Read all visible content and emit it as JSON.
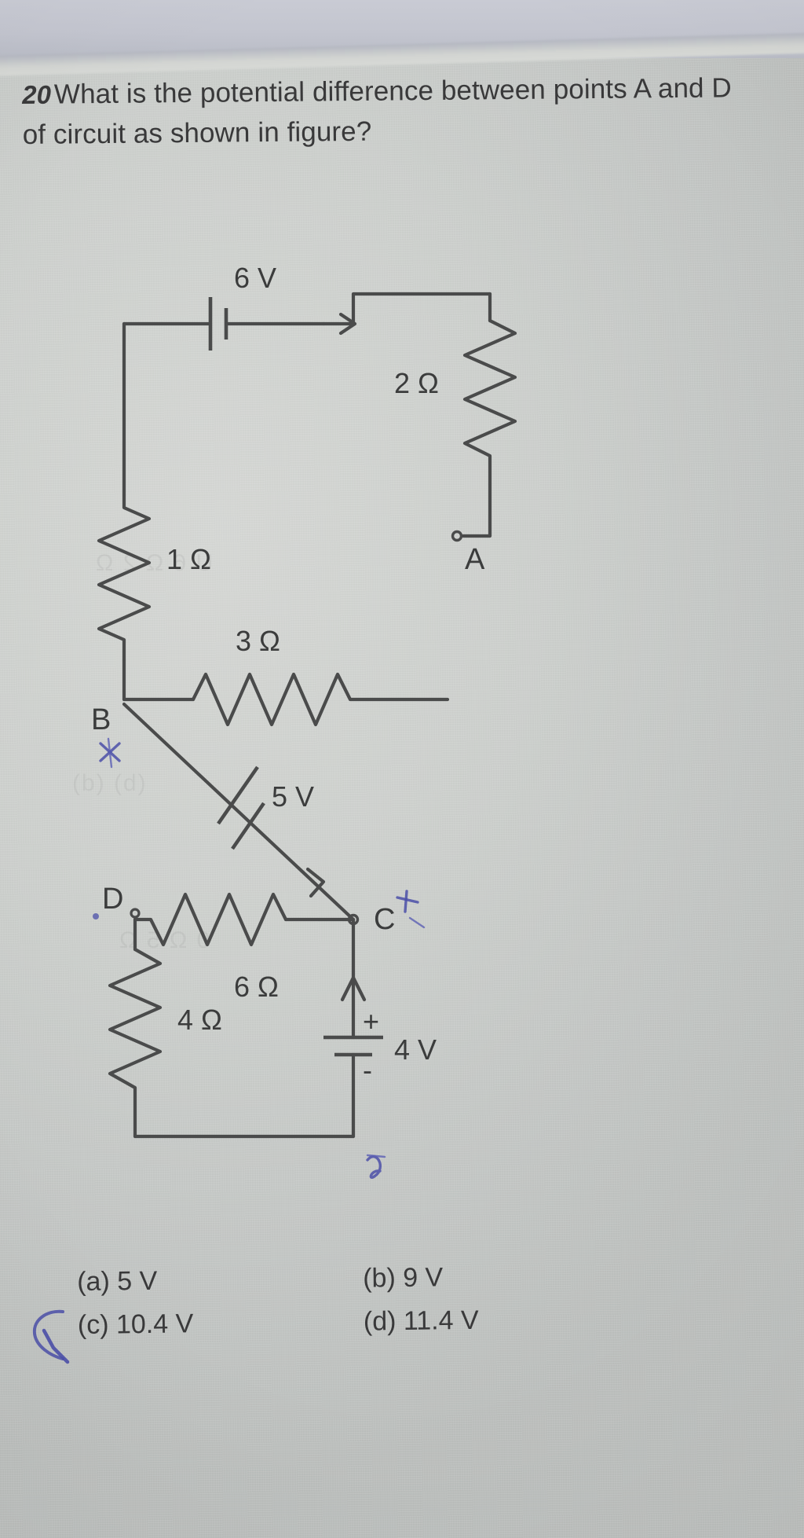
{
  "page": {
    "kind": "photographed-textbook-page",
    "paper_color": "#d2d4d1",
    "ink_color": "#3a3c3c",
    "pen_color": "#4b4fa8"
  },
  "question": {
    "number": "20",
    "line1": "What is the potential difference between points A and D",
    "line2": "of circuit as shown in figure?"
  },
  "options": [
    {
      "key": "(a)",
      "value": "5 V",
      "marked": false
    },
    {
      "key": "(b)",
      "value": "9 V",
      "marked": false
    },
    {
      "key": "(c)",
      "value": "10.4 V",
      "marked": true
    },
    {
      "key": "(d)",
      "value": "11.4 V",
      "marked": false
    }
  ],
  "options_display": {
    "a": "(a) 5 V",
    "b": "(b) 9 V",
    "c": "(c) 10.4 V",
    "d": "(d) 11.4 V"
  },
  "figure": {
    "caption": "circuit-diagram",
    "nodes": [
      {
        "id": "A",
        "label": "A"
      },
      {
        "id": "B",
        "label": "B"
      },
      {
        "id": "C",
        "label": "C"
      },
      {
        "id": "D",
        "label": "D"
      }
    ],
    "resistors": [
      {
        "id": "R2",
        "label": "2 Ω",
        "value": 2,
        "unit": "ohm",
        "between": "top-branch to A"
      },
      {
        "id": "R3",
        "label": "3 Ω",
        "value": 3,
        "unit": "ohm",
        "between": "B to A"
      },
      {
        "id": "R1",
        "label": "1 Ω",
        "value": 1,
        "unit": "ohm",
        "between": "6 V source to B"
      },
      {
        "id": "R6",
        "label": "6 Ω",
        "value": 6,
        "unit": "ohm",
        "between": "D to C"
      },
      {
        "id": "R4",
        "label": "4 Ω",
        "value": 4,
        "unit": "ohm",
        "between": "D to bottom rail"
      }
    ],
    "sources": [
      {
        "id": "E6",
        "label": "6 V",
        "value": 6,
        "unit": "V",
        "type": "battery",
        "orientation": "horizontal-top"
      },
      {
        "id": "E5",
        "label": "5 V",
        "value": 5,
        "unit": "V",
        "type": "battery",
        "orientation": "diagonal B-to-C"
      },
      {
        "id": "E4",
        "label": "4 V",
        "value": 4,
        "unit": "V",
        "type": "battery",
        "orientation": "vertical-right",
        "plus": "+",
        "minus": "-"
      }
    ],
    "polarity_marks": {
      "plus": "+",
      "minus": "-"
    }
  },
  "annotations": {
    "pen_marks": [
      {
        "near": "B",
        "glyph": "x"
      },
      {
        "near": "C",
        "glyph": "+/-"
      },
      {
        "near": "D",
        "glyph": "dot"
      },
      {
        "near": "4V-source",
        "glyph": "squiggle"
      },
      {
        "near": "option-c",
        "glyph": "check"
      }
    ]
  }
}
